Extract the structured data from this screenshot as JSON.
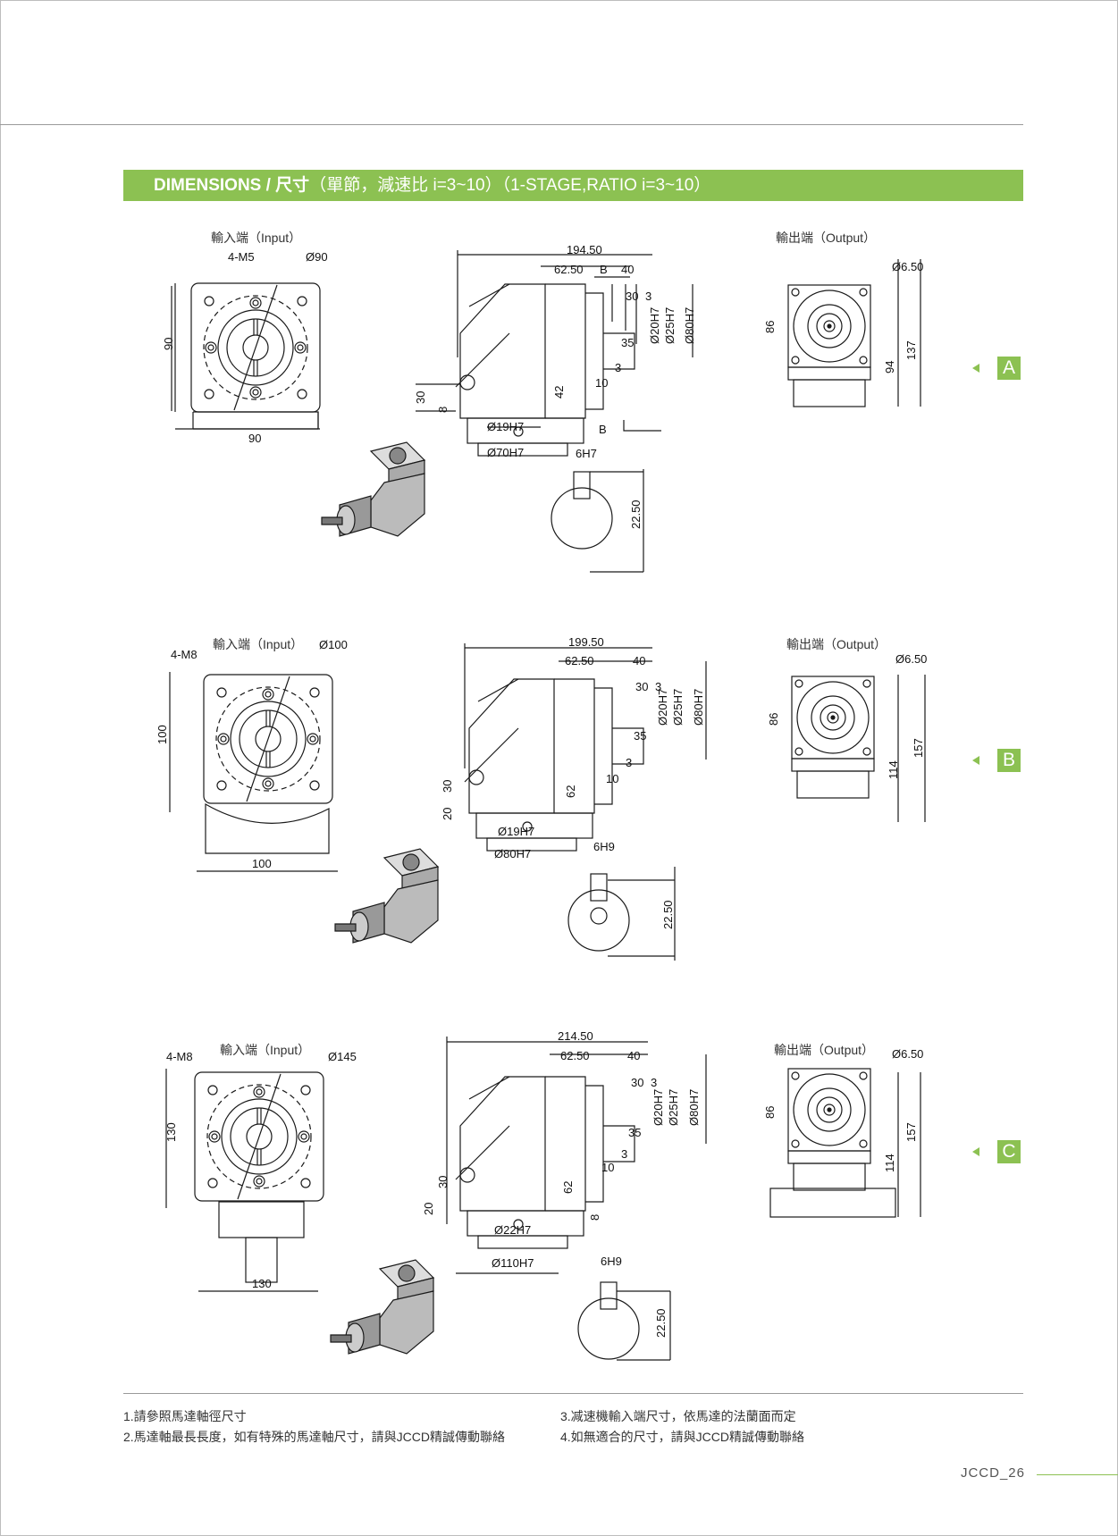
{
  "header": {
    "title_bold": "DIMENSIONS / 尺寸",
    "title_rest": "（單節，減速比 i=3~10）（1-STAGE,RATIO i=3~10）"
  },
  "sections": [
    {
      "tag": "A",
      "input_label": "輸入端（Input）",
      "output_label": "輸出端（Output）",
      "input_dims": {
        "holes": "4-M5",
        "pcd": "Ø90",
        "height": "90",
        "width": "90"
      },
      "side_dims": {
        "overall": "194.50",
        "flange": "62.50",
        "shaft": "40",
        "key_len": "30",
        "step": "3",
        "d1": "Ø20H7",
        "d2": "Ø25H7",
        "d3": "Ø80H7",
        "l35": "35",
        "l3": "3",
        "l10": "10",
        "h42": "42",
        "h30": "30",
        "h8": "8",
        "bore": "Ø19H7",
        "pilot": "Ø70H7",
        "sec1": "B",
        "sec2": "B"
      },
      "key_dims": {
        "width": "6H7",
        "height": "22.50"
      },
      "output_dims": {
        "hole": "Ø6.50",
        "square": "86",
        "h1": "94",
        "h2": "137"
      }
    },
    {
      "tag": "B",
      "input_label": "輸入端（Input）",
      "output_label": "輸出端（Output）",
      "input_dims": {
        "holes": "4-M8",
        "pcd": "Ø100",
        "height": "100",
        "width": "100"
      },
      "side_dims": {
        "overall": "199.50",
        "flange": "62.50",
        "shaft": "40",
        "key_len": "30",
        "step": "3",
        "d1": "Ø20H7",
        "d2": "Ø25H7",
        "d3": "Ø80H7",
        "l35": "35",
        "l3": "3",
        "l10": "10",
        "h42": "62",
        "h30": "30",
        "h8": "20",
        "bore": "Ø19H7",
        "pilot": "Ø80H7",
        "sec1": "",
        "sec2": ""
      },
      "key_dims": {
        "width": "6H9",
        "height": "22.50"
      },
      "output_dims": {
        "hole": "Ø6.50",
        "square": "86",
        "h1": "114",
        "h2": "157"
      }
    },
    {
      "tag": "C",
      "input_label": "輸入端（Input）",
      "output_label": "輸出端（Output）",
      "input_dims": {
        "holes": "4-M8",
        "pcd": "Ø145",
        "height": "130",
        "width": "130"
      },
      "side_dims": {
        "overall": "214.50",
        "flange": "62.50",
        "shaft": "40",
        "key_len": "30",
        "step": "3",
        "d1": "Ø20H7",
        "d2": "Ø25H7",
        "d3": "Ø80H7",
        "l35": "35",
        "l3": "3",
        "l10": "10",
        "h42": "62",
        "h30": "30",
        "h8": "20",
        "h8b": "8",
        "bore": "Ø22H7",
        "pilot": "Ø110H7",
        "sec1": "",
        "sec2": ""
      },
      "key_dims": {
        "width": "6H9",
        "height": "22.50"
      },
      "output_dims": {
        "hole": "Ø6.50",
        "square": "86",
        "h1": "114",
        "h2": "157"
      }
    }
  ],
  "notes": [
    "1.請參照馬達軸徑尺寸",
    "2.馬達軸最長長度，如有特殊的馬達軸尺寸，請與JCCD精誠傳動聯絡",
    "3.减速機輸入端尺寸，依馬達的法蘭面而定",
    "4.如無適合的尺寸，請與JCCD精誠傳動聯絡"
  ],
  "footer": {
    "page": "JCCD_26"
  },
  "colors": {
    "accent": "#8cc152",
    "line": "#1a1a1a"
  }
}
